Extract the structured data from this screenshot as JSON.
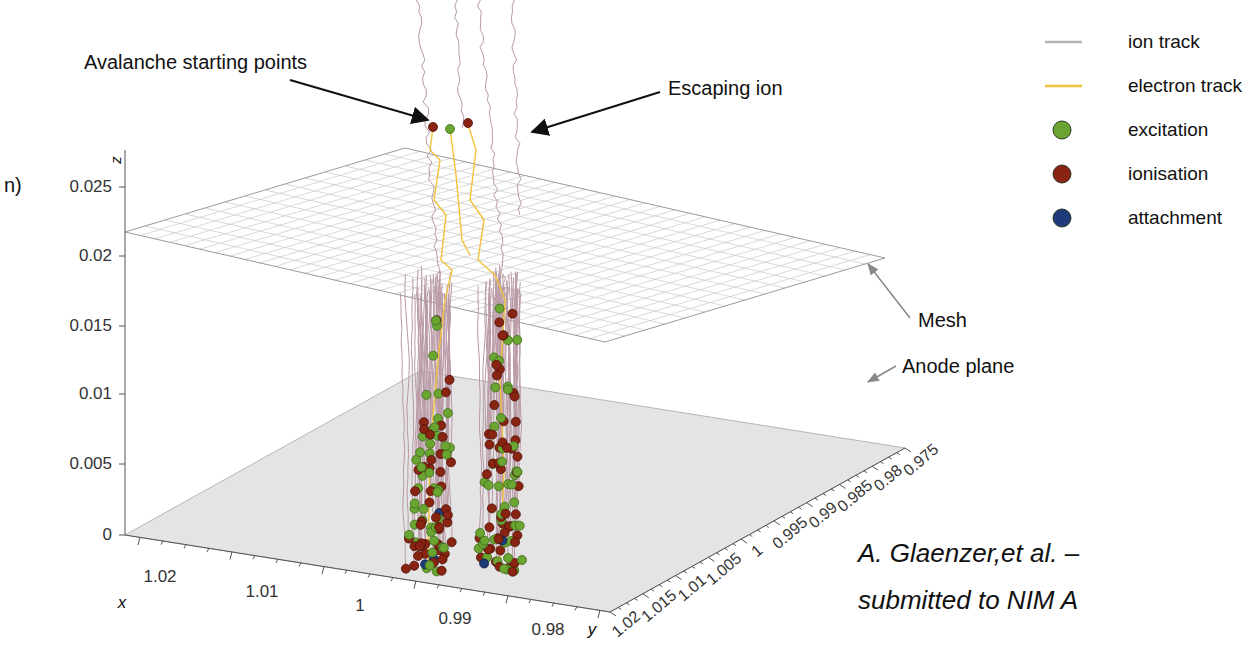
{
  "diagram": {
    "labels": [
      "n)",
      "z",
      "0.025",
      "0.02",
      "0.015",
      "0.01",
      "0.005",
      "0",
      "x",
      "1.02",
      "1.01",
      "1",
      "0.99",
      "0.98",
      "y",
      "1.02",
      "1.015",
      "1.01",
      "1.005",
      "1",
      "0.995",
      "0.99",
      "0.985",
      "0.98",
      "0.975",
      "Avalanche starting points",
      "Escaping ion",
      "Mesh",
      "Anode plane",
      "A. Glaenzer,et al. – submitted to NIM A"
    ],
    "legend": [
      {
        "text": "ion track"
      },
      {
        "text": "electron track"
      },
      {
        "text": "excitation",
        "color": "#6aa532"
      },
      {
        "text": "ionisation",
        "color": "#8a2412"
      },
      {
        "text": "attachment",
        "color": "#1f3a7a"
      }
    ]
  }
}
